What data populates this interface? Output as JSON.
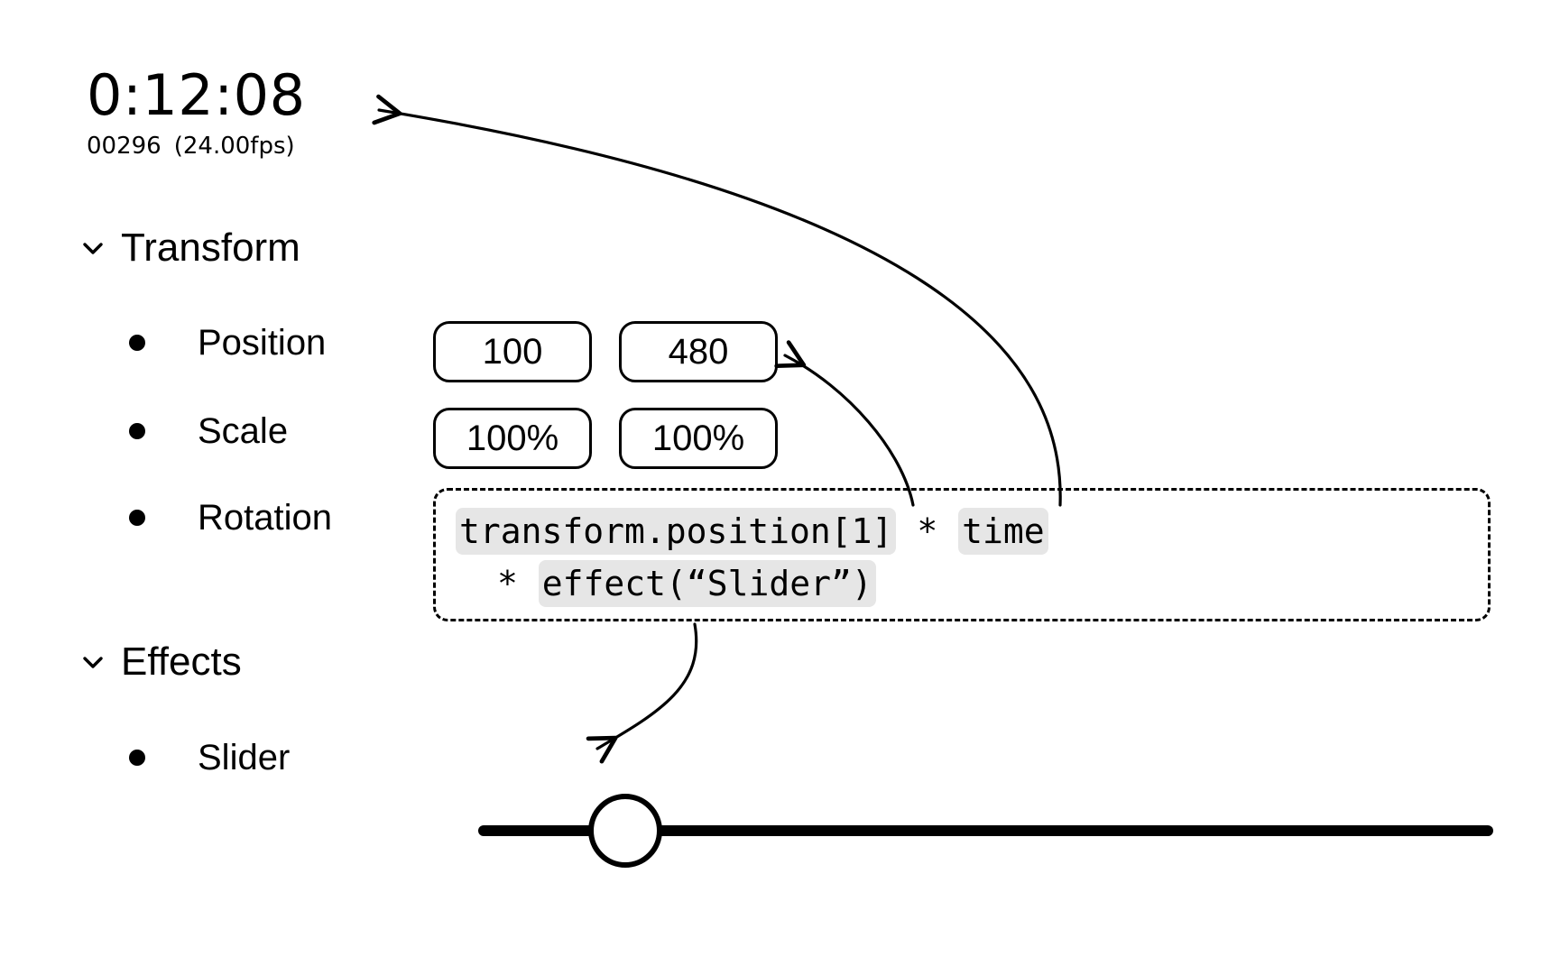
{
  "timecode": {
    "display": "0:12:08",
    "frame_number": "00296",
    "framerate": "(24.00fps)"
  },
  "groups": {
    "transform": {
      "label": "Transform",
      "chevron_icon": "chevron-down-icon",
      "expanded": true,
      "properties": [
        {
          "name": "Position",
          "bullet_icon": "bullet-dot-icon",
          "values": [
            "100",
            "480"
          ]
        },
        {
          "name": "Scale",
          "bullet_icon": "bullet-dot-icon",
          "values": [
            "100%",
            "100%"
          ]
        },
        {
          "name": "Rotation",
          "bullet_icon": "bullet-dot-icon",
          "values": []
        }
      ]
    },
    "effects": {
      "label": "Effects",
      "chevron_icon": "chevron-down-icon",
      "expanded": true,
      "properties": [
        {
          "name": "Slider",
          "bullet_icon": "bullet-dot-icon",
          "control": "slider",
          "handle_position_pct": 11
        }
      ]
    }
  },
  "expression": {
    "line1": {
      "token1": "transform.position[1]",
      "operator1": " * ",
      "token2": "time"
    },
    "line2": {
      "operator1": "* ",
      "token1": "effect(“Slider”)"
    },
    "full_text": "transform.position[1] * time * effect(“Slider”)",
    "token_highlight_color": "#e6e6e6",
    "border_style": "dashed"
  },
  "annotations": [
    {
      "id": "arrow-expression-to-timecode",
      "from": "time-token",
      "to": "timecode-display"
    },
    {
      "id": "arrow-expression-to-position-y",
      "from": "transform-position-token",
      "to": "position-y-pill"
    },
    {
      "id": "arrow-expression-to-slider",
      "from": "effect-slider-token",
      "to": "slider-handle"
    }
  ],
  "colors": {
    "foreground": "#000000",
    "background": "#ffffff",
    "code_highlight": "#e6e6e6"
  }
}
